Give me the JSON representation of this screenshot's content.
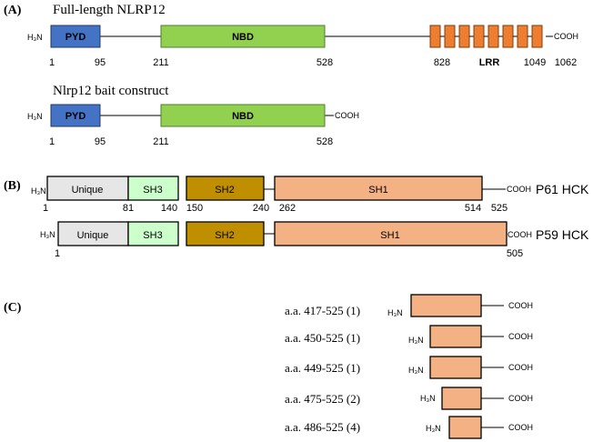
{
  "panel_a": {
    "label": "(A)",
    "full_length": {
      "title": "Full-length  NLRP12",
      "nterm": "H₃N",
      "cterm": "COOH",
      "pyd": "PYD",
      "nbd": "NBD",
      "lrr": "LRR",
      "numbers": [
        "1",
        "95",
        "211",
        "528",
        "828",
        "1049",
        "1062"
      ],
      "colors": {
        "pyd": "#4472c4",
        "nbd": "#92d050",
        "lrr": "#ed7d31"
      }
    },
    "bait": {
      "title": "Nlrp12 bait construct",
      "nterm": "H₃N",
      "cterm": "COOH",
      "pyd": "PYD",
      "nbd": "NBD",
      "numbers": [
        "1",
        "95",
        "211",
        "528"
      ]
    }
  },
  "panel_b": {
    "label": "(B)",
    "p61": {
      "name": "P61 HCK",
      "nterm": "H₃N",
      "cterm": "COOH",
      "domains": [
        "Unique",
        "SH3",
        "SH2",
        "SH1"
      ],
      "numbers": [
        "1",
        "81",
        "140",
        "150",
        "240",
        "262",
        "514",
        "525"
      ]
    },
    "p59": {
      "name": "P59 HCK",
      "nterm": "H₃N",
      "cterm": "COOH",
      "domains": [
        "Unique",
        "SH3",
        "SH2",
        "SH1"
      ],
      "numbers": [
        "1",
        "505"
      ]
    },
    "colors": {
      "unique": "#e7e6e6",
      "sh3": "#ccffcc",
      "sh2": "#bf8f00",
      "sh1": "#f4b183"
    }
  },
  "panel_c": {
    "label": "(C)",
    "fragments": [
      {
        "label": "a.a. 417-525 (1)",
        "nterm": "H₃N",
        "cterm": "COOH"
      },
      {
        "label": "a.a. 450-525 (1)",
        "nterm": "H₃N",
        "cterm": "COOH"
      },
      {
        "label": "a.a. 449-525 (1)",
        "nterm": "H₃N",
        "cterm": "COOH"
      },
      {
        "label": "a.a. 475-525 (2)",
        "nterm": "H₃N",
        "cterm": "COOH"
      },
      {
        "label": "a.a. 486-525 (4)",
        "nterm": "H₃N",
        "cterm": "COOH"
      }
    ],
    "color": "#f4b183"
  }
}
